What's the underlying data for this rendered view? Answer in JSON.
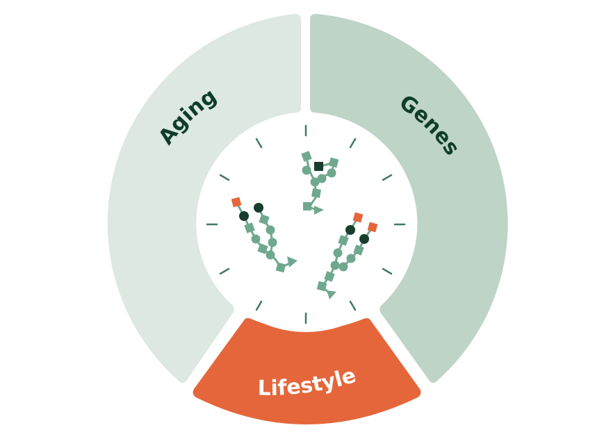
{
  "segments": {
    "aging": {
      "label": "Aging",
      "color": "#dce8e1",
      "text_color": "#0f3d2a"
    },
    "genes": {
      "label": "Genes",
      "color": "#bed4c7",
      "text_color": "#0f3d2a"
    },
    "lifestyle": {
      "label": "Lifestyle",
      "color": "#e4663a",
      "text_color": "#ffffff"
    }
  },
  "center": {
    "background": "#ffffff",
    "tick_color": "#3f7a62",
    "glycan_colors": {
      "square": "#6fa88e",
      "circle": "#6fa88e",
      "dark": "#173d2c",
      "accent": "#e4663a",
      "link": "#6fa88e"
    }
  }
}
